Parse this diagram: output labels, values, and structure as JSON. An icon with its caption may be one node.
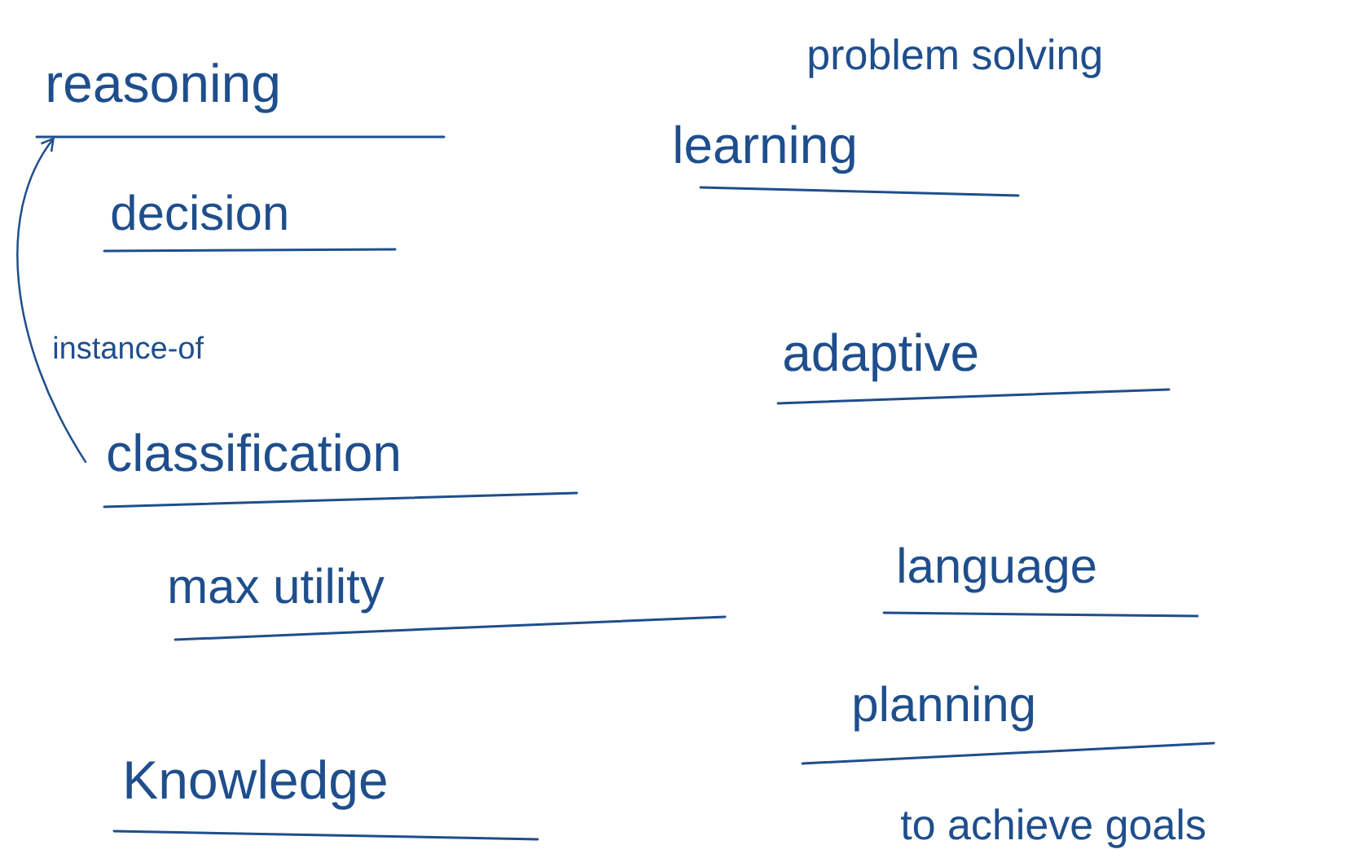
{
  "diagram": {
    "nodes": [
      {
        "text": [
          "reasoning"
        ]
      },
      {
        "text": [
          "classification"
        ]
      }
    ],
    "edges": [
      {
        "from": 1,
        "to": 0,
        "arrow": "to",
        "label": "instance-of"
      }
    ],
    "labels": [
      "problem solving",
      "learning",
      "decision",
      "adaptive",
      "max utility",
      "language",
      "planning",
      "Knowledge",
      "to achieve goals"
    ]
  }
}
